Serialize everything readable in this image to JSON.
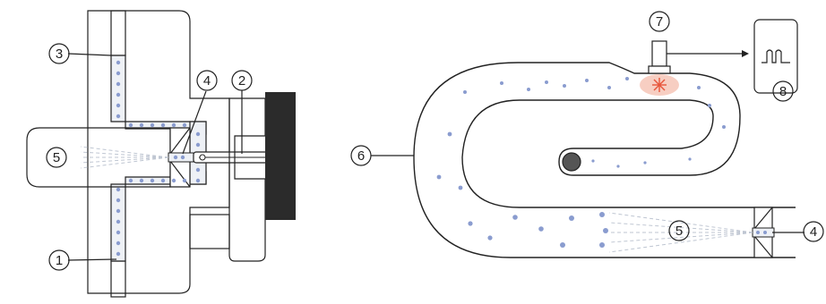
{
  "callouts": {
    "c1": "1",
    "c2": "2",
    "c3": "3",
    "c4_left": "4",
    "c5_left": "5",
    "c6": "6",
    "c7": "7",
    "c8": "8",
    "c5_right": "5",
    "c4_right": "4"
  },
  "colors": {
    "outline": "#222222",
    "body_fill": "#ffffff",
    "channel_fill": "#eef1f6",
    "droplet": "#8a9ccf",
    "laser_glow": "#f4b9a8",
    "laser_star": "#e8553a",
    "dark_block": "#2b2b2b"
  }
}
